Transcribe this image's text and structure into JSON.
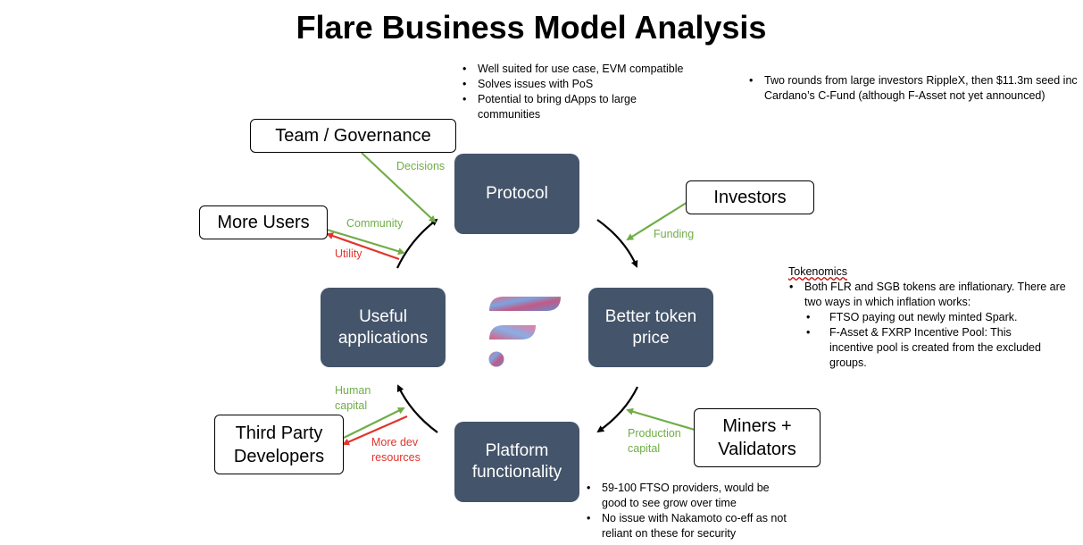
{
  "title": "Flare Business Model Analysis",
  "nodes": {
    "protocol": "Protocol",
    "better_token_price": "Better token price",
    "platform_functionality": "Platform functionality",
    "useful_applications": "Useful applications",
    "team_governance": "Team / Governance",
    "investors": "Investors",
    "more_users": "More Users",
    "third_party_developers": "Third Party Developers",
    "miners_validators": "Miners + Validators"
  },
  "edge_labels": {
    "decisions": "Decisions",
    "funding": "Funding",
    "community": "Community",
    "utility": "Utility",
    "human_capital": "Human capital",
    "more_dev_resources": "More dev resources",
    "production_capital": "Production capital"
  },
  "notes": {
    "protocol_notes": [
      "Well suited for use case, EVM compatible",
      "Solves issues with PoS",
      "Potential to bring dApps to large communities"
    ],
    "investor_notes": [
      "Two rounds from large investors RippleX, then $11.3m seed inc Cardano’s C-Fund (although F-Asset not yet announced)"
    ],
    "tokenomics_heading": "Tokenomics",
    "tokenomics_main": "Both FLR and SGB tokens are inflationary. There are two ways in which inflation works:",
    "tokenomics_sub": [
      "FTSO paying out newly minted Spark.",
      "F-Asset & FXRP Incentive Pool: This incentive pool is created from the excluded groups."
    ],
    "platform_notes": [
      "59-100 FTSO providers, would be good to see grow over time",
      "No issue with Nakamoto co-eff as not reliant on these for security"
    ]
  },
  "colors": {
    "node_fill": "#44546a",
    "green_arrow": "#70ad47",
    "red_arrow": "#e0352b"
  },
  "icons": [
    "flare-logo"
  ]
}
